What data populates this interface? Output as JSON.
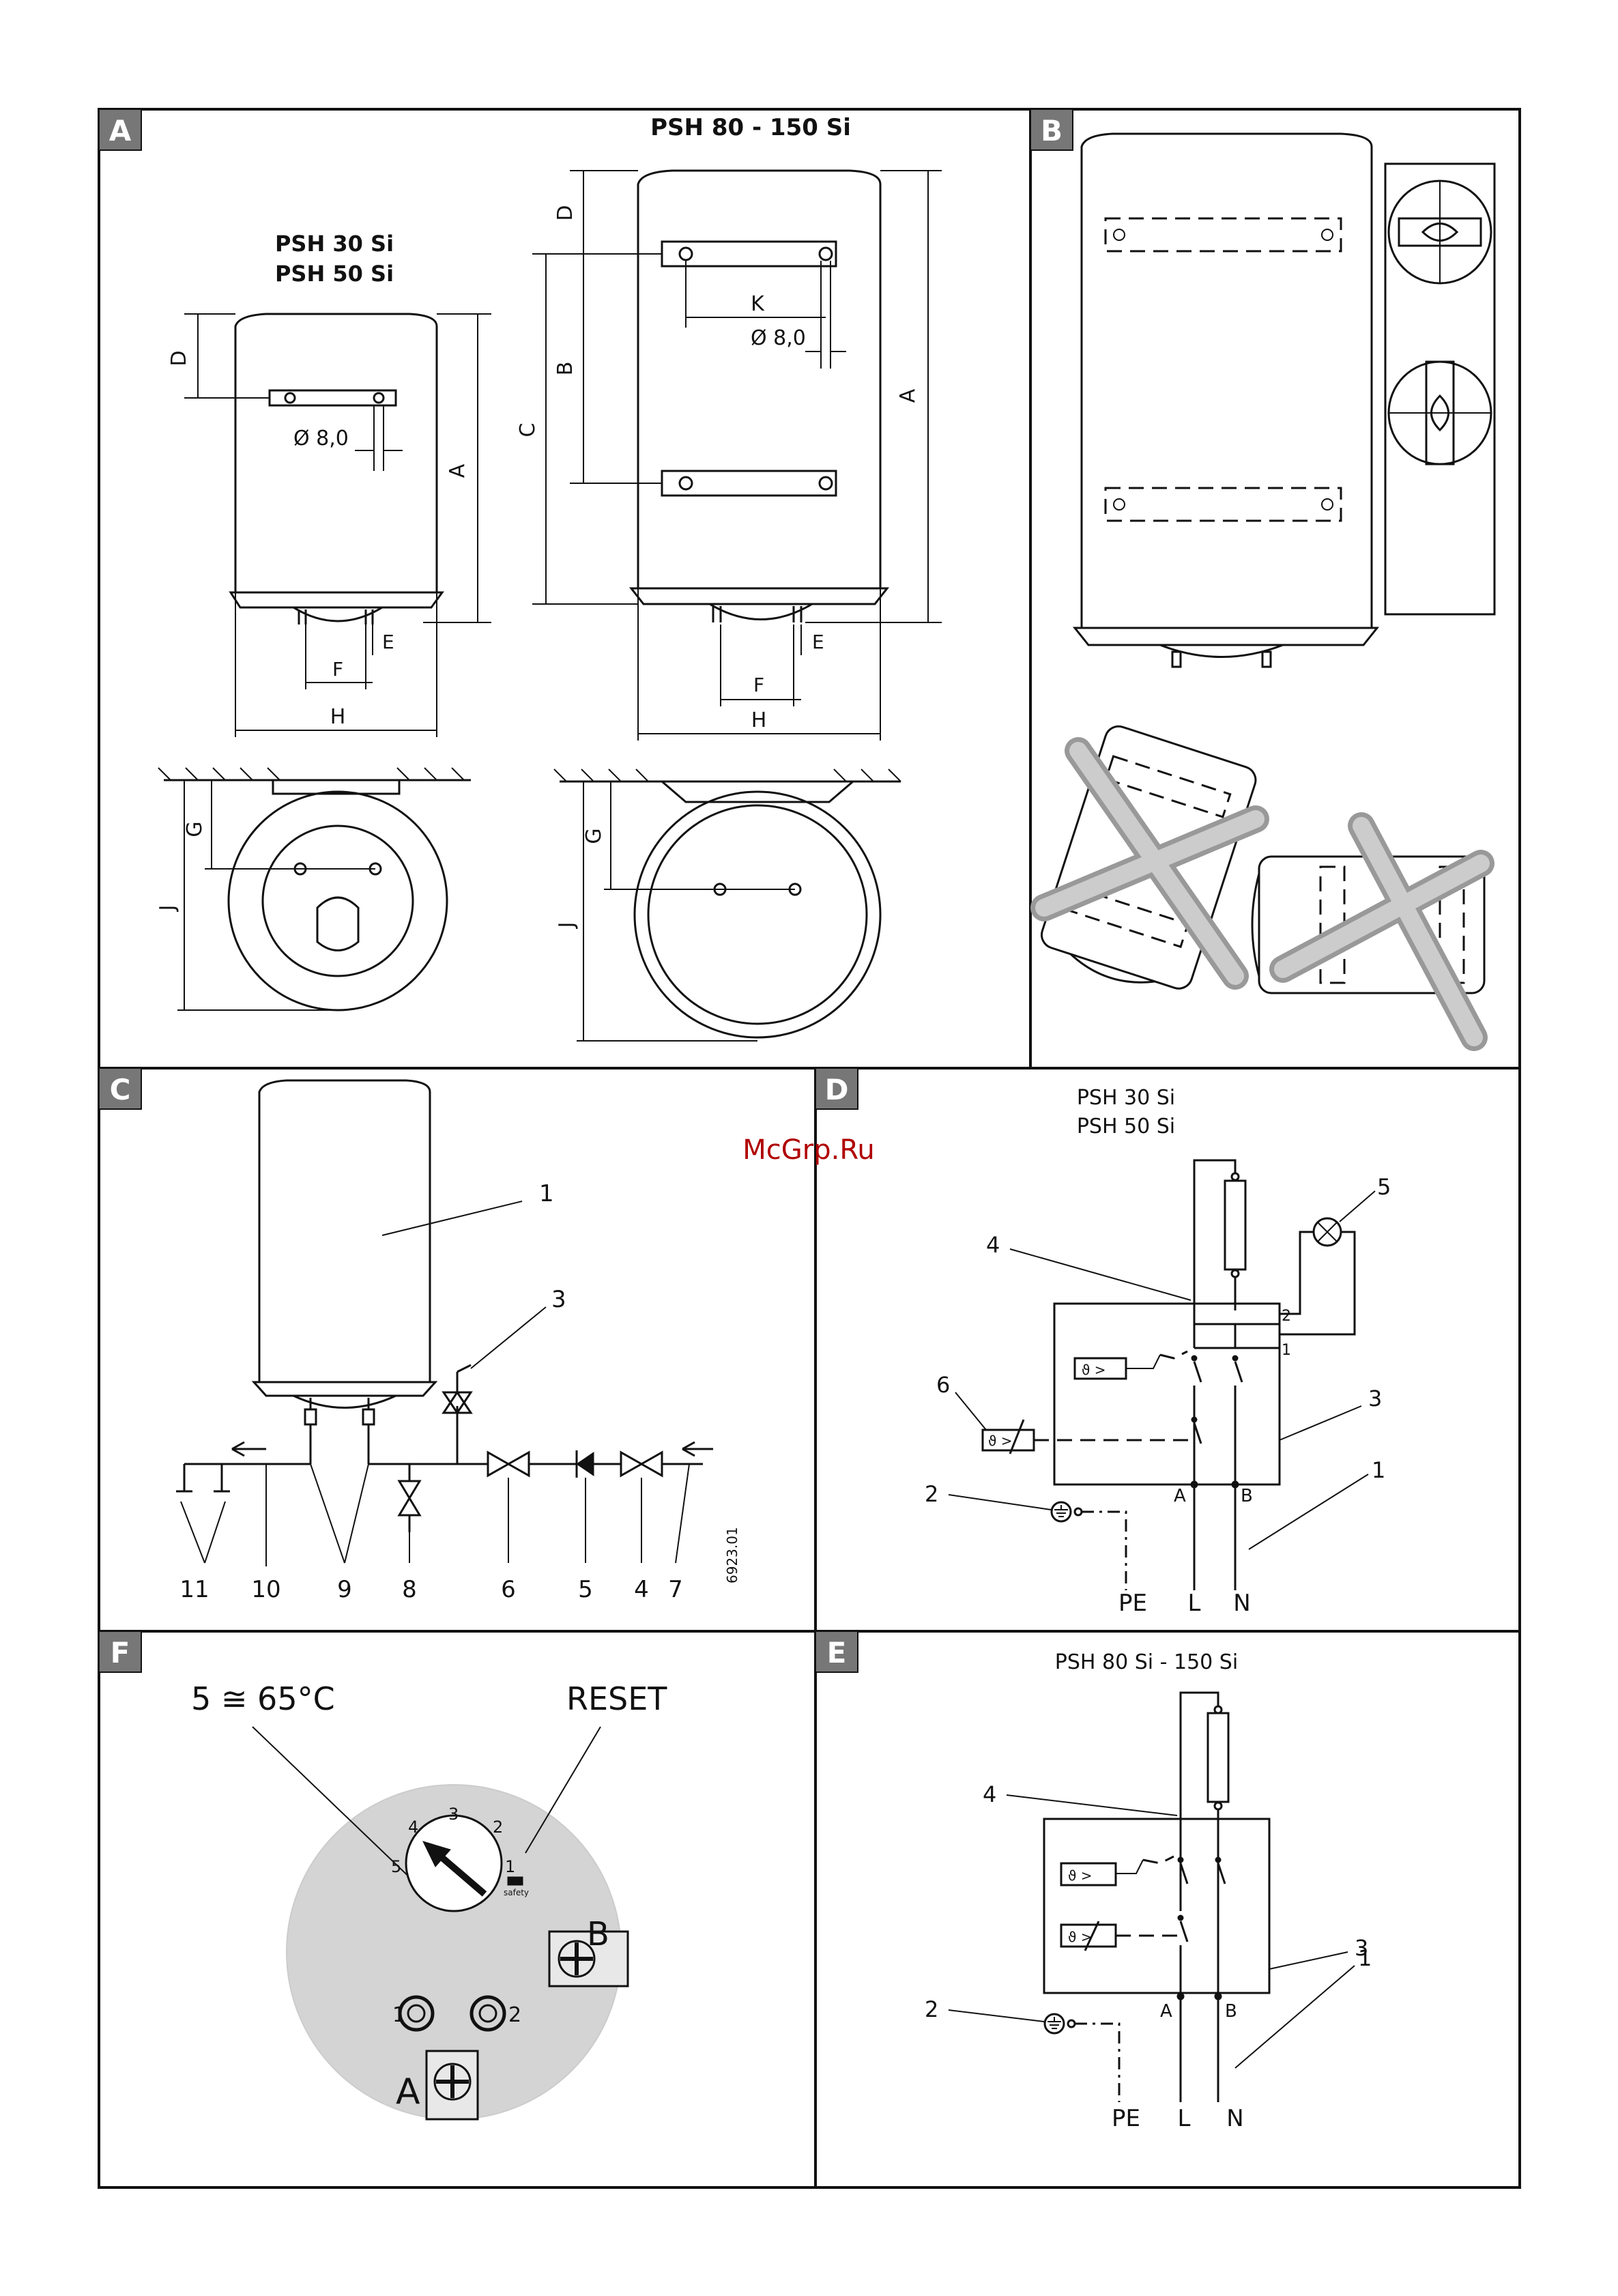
{
  "watermark": "McGrp.Ru",
  "panels": {
    "A": {
      "badge": "A",
      "title_large": "PSH 80 - 150 Si",
      "title_small_1": "PSH 30 Si",
      "title_small_2": "PSH 50 Si",
      "dims": {
        "A": "A",
        "B": "B",
        "C": "C",
        "D": "D",
        "E": "E",
        "F": "F",
        "G": "G",
        "H": "H",
        "J": "J",
        "K": "K",
        "dia": "Ø 8,0"
      }
    },
    "B": {
      "badge": "B"
    },
    "C": {
      "badge": "C",
      "labels": [
        "1",
        "3",
        "11",
        "10",
        "9",
        "8",
        "6",
        "5",
        "4",
        "7"
      ],
      "code": "6923.01"
    },
    "D": {
      "badge": "D",
      "title_1": "PSH 30 Si",
      "title_2": "PSH 50 Si",
      "labels": {
        "n1": "1",
        "n2": "2",
        "n3": "3",
        "n4": "4",
        "n5": "5",
        "n6": "6",
        "t1": "1",
        "t2": "2",
        "A": "A",
        "B": "B",
        "PE": "PE",
        "L": "L",
        "N": "N"
      }
    },
    "E": {
      "badge": "E",
      "title": "PSH 80 Si - 150 Si",
      "labels": {
        "n1": "1",
        "n2": "2",
        "n3": "3",
        "n4": "4",
        "A": "A",
        "B": "B",
        "PE": "PE",
        "L": "L",
        "N": "N"
      }
    },
    "F": {
      "badge": "F",
      "temp": "5 ≅ 65°C",
      "reset": "RESET",
      "dial": [
        "1",
        "2",
        "3",
        "4",
        "5"
      ],
      "safety": "safety",
      "knob1": "1",
      "knob2": "2",
      "A": "A",
      "B": "B"
    }
  }
}
